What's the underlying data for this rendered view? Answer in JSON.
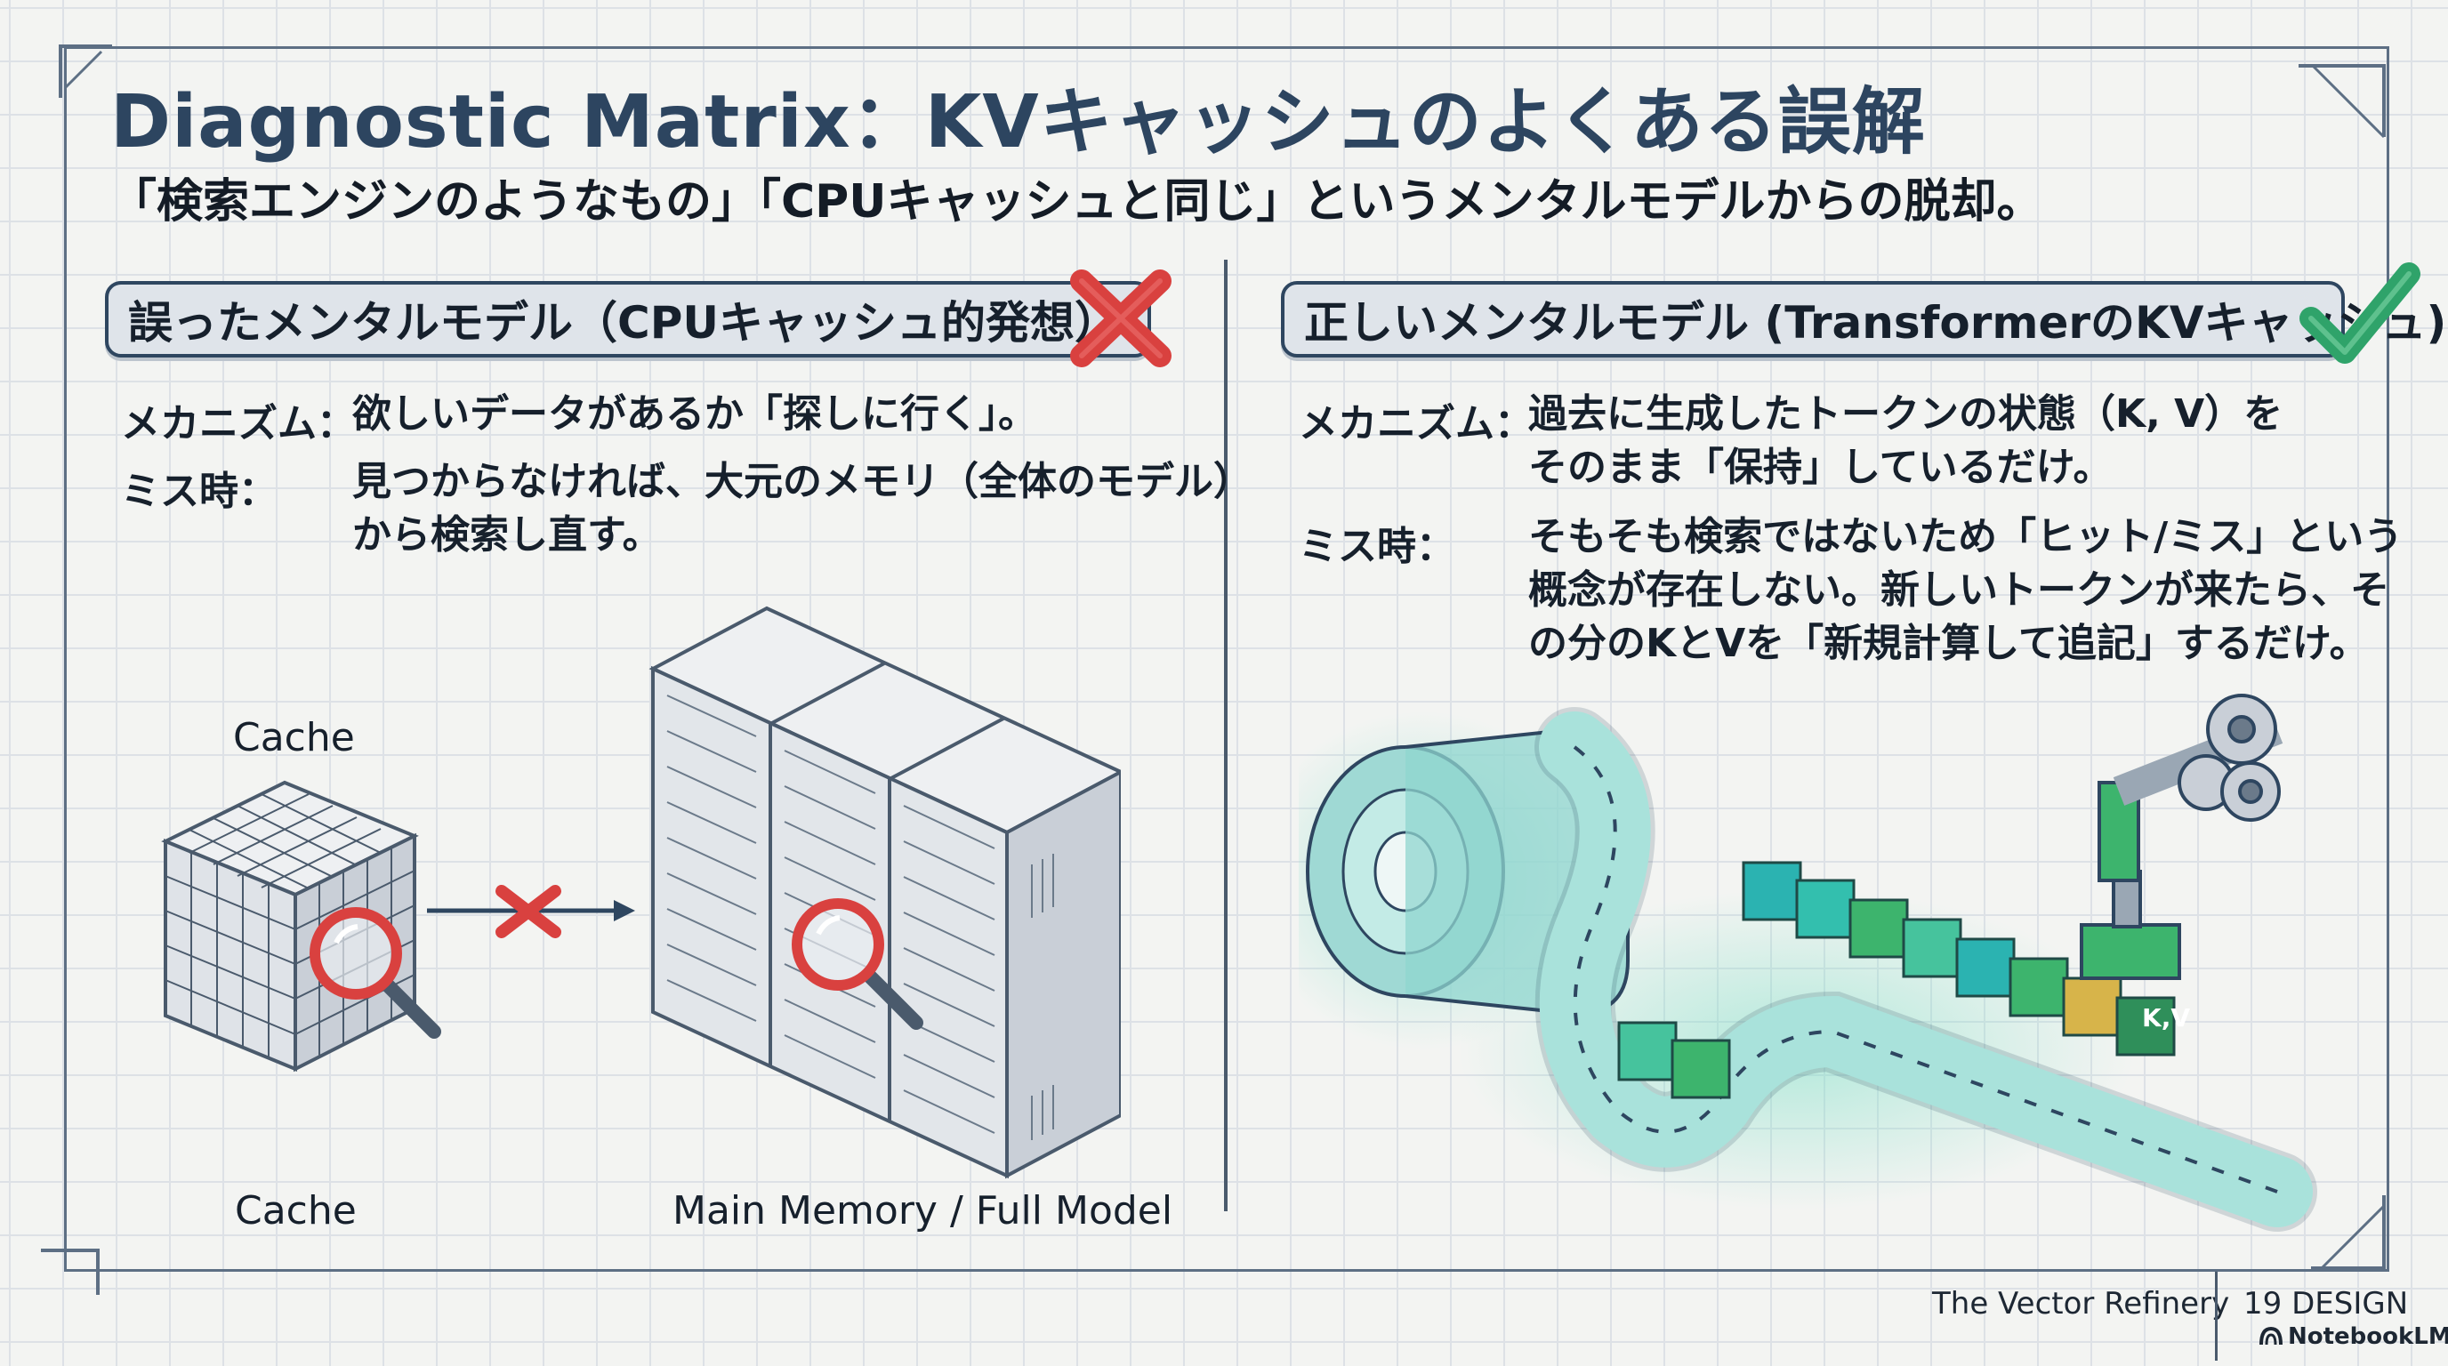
{
  "title": "Diagnostic Matrix：KVキャッシュのよくある誤解",
  "subtitle": "「検索エンジンのようなもの」「CPUキャッシュと同じ」というメンタルモデルからの脱却。",
  "left": {
    "banner": "誤ったメンタルモデル（CPUキャッシュ的発想）",
    "mechanism_label": "メカニズム：",
    "mechanism_text": "欲しいデータがあるか「探しに行く」。",
    "miss_label": "ミス時：",
    "miss_lines": [
      "見つからなければ、大元のメモリ（全体のモデル）",
      "から検索し直す。"
    ],
    "cache_label_top": "Cache",
    "cache_label_bottom": "Cache",
    "memory_label": "Main Memory / Full Model"
  },
  "right": {
    "banner": "正しいメンタルモデル (TransformerのKVキャッシュ)",
    "mechanism_label": "メカニズム：",
    "mechanism_lines": [
      "過去に生成したトークンの状態（K, V）を",
      "そのまま「保持」しているだけ。"
    ],
    "miss_label": "ミス時：",
    "miss_lines": [
      "そもそも検索ではないため「ヒット/ミス」という",
      "概念が存在しない。新しいトークンが来たら、そ",
      "の分のKとVを「新規計算して追記」するだけ。"
    ],
    "block_label": "K,V"
  },
  "footer": {
    "brand": "The Vector Refinery",
    "design": "19 DESIGN",
    "notebook": "NotebookLM"
  },
  "colors": {
    "title": "#2d4560",
    "wrong_mark": "#d9413f",
    "right_mark": "#2fa36a",
    "teal": "#2bb3b1",
    "green": "#3db46d"
  },
  "icons": {
    "wrong": "x-mark-icon",
    "right": "check-mark-icon",
    "search": "magnifier-icon"
  }
}
